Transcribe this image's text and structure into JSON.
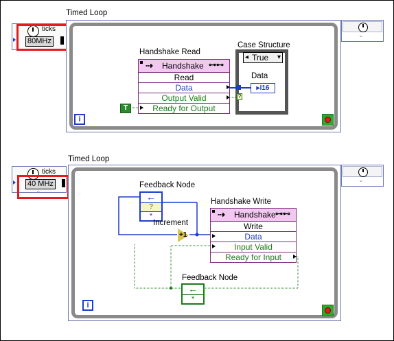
{
  "loop1": {
    "title": "Timed Loop",
    "ticks_label": "ticks",
    "freq_value": "80MHz",
    "node_title": "Handshake Read",
    "node_header": "Handshake",
    "rows": [
      "Read",
      "Data",
      "Output Valid",
      "Ready for Output"
    ],
    "case_title": "Case Structure",
    "case_selector": "True",
    "data_label": "Data",
    "indicator_type": "I16",
    "bool_const": "T",
    "iteration_terminal": "i"
  },
  "loop2": {
    "title": "Timed Loop",
    "ticks_label": "ticks",
    "freq_value": "40 MHz",
    "feedback_top_title": "Feedback Node",
    "feedback_bottom_title": "Feedback Node",
    "increment_label": "Increment",
    "increment_symbol": "+1",
    "node_title": "Handshake Write",
    "node_header": "Handshake",
    "rows": [
      "Write",
      "Data",
      "Input Valid",
      "Ready for Input"
    ],
    "feedback_unknown": "?",
    "feedback_init": "*",
    "iteration_terminal": "i"
  },
  "colors": {
    "highlight": "#e41b1b",
    "handshake_header": "#f0c8f0",
    "wire_blue": "#1e3cc8",
    "wire_green": "#1a7a1a"
  },
  "icons": [
    "clock-icon",
    "stop-icon",
    "handshake-arrow-icon",
    "link-icon",
    "feedback-arrow-icon",
    "dropdown-arrow-icon"
  ]
}
